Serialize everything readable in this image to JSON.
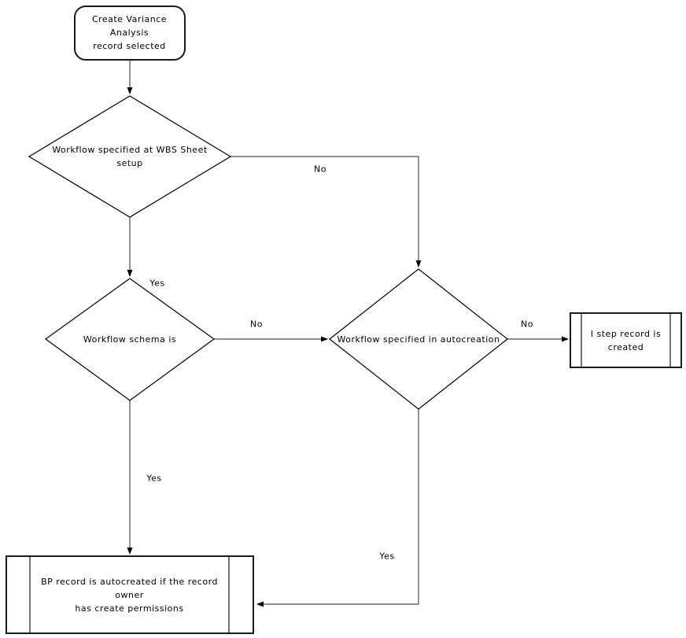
{
  "diagram": {
    "background_color": "#ffffff",
    "line_color": "#4d4d4d",
    "shape_border_color": "#1a1a1a",
    "text_color": "#000000",
    "nodes": {
      "start": {
        "type": "terminator",
        "lines": [
          "Create Variance Analysis",
          "record selected"
        ]
      },
      "wbs_decision": {
        "type": "decision",
        "lines": [
          "Workflow specified at WBS Sheet",
          "setup"
        ]
      },
      "schema_decision": {
        "type": "decision",
        "lines": [
          "Workflow schema is"
        ]
      },
      "autocreation_decision": {
        "type": "decision",
        "lines": [
          "Workflow specified in autocreation"
        ]
      },
      "istep_process": {
        "type": "predefined-process",
        "lines": [
          "I step record is",
          "created"
        ]
      },
      "bp_process": {
        "type": "predefined-process",
        "lines": [
          "BP record is autocreated if the record owner",
          "has create permissions"
        ]
      }
    },
    "edge_labels": {
      "wbs_no": "No",
      "wbs_yes": "Yes",
      "schema_no": "No",
      "schema_yes": "Yes",
      "autocreation_no": "No",
      "autocreation_yes": "Yes"
    }
  }
}
